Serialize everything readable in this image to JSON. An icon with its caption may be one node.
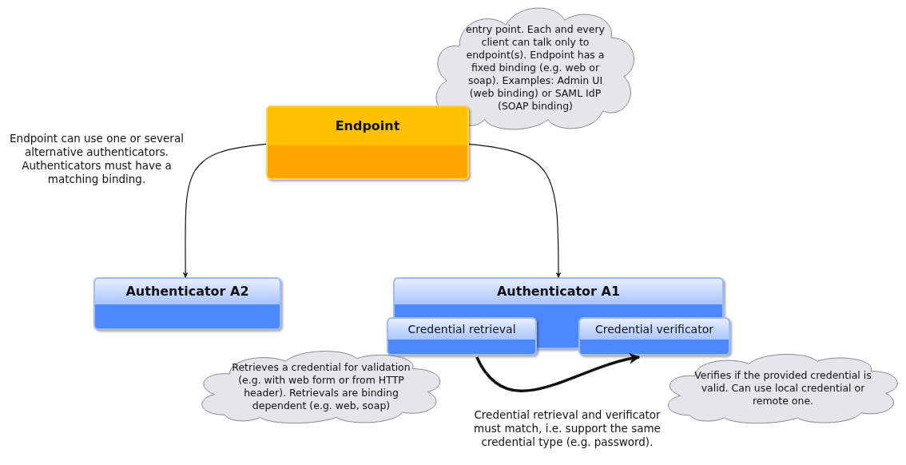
{
  "diagram": {
    "nodes": [
      {
        "text": [
          "entry point. Each and every client can talk only to endpoint(s). Endpoint has a fixed binding (e.g. web or soap). Examples: Admin UI (web binding) or SAML IdP (SOAP binding)"
        ]
      },
      {
        "text": [
          "Endpoint"
        ]
      },
      {
        "text": [
          "Authenticator A2"
        ]
      },
      {
        "text": [
          "Authenticator A1"
        ]
      },
      {
        "text": [
          "Credential retrieval"
        ]
      },
      {
        "text": [
          "Credential verificator"
        ]
      },
      {
        "text": [
          "Retrieves a credential for validation (e.g. with web form or from HTTP header). Retrievals are binding dependent (e.g. web, soap)"
        ]
      },
      {
        "text": [
          "Verifies if the provided credential is valid. Can use local credential or remote one."
        ]
      }
    ],
    "edges": [
      {
        "from": 1,
        "to": 2,
        "arrow": "to"
      },
      {
        "from": 1,
        "to": 3,
        "arrow": "to"
      },
      {
        "from": 4,
        "to": 5,
        "arrow": "to",
        "style": "thick"
      }
    ],
    "labels": [
      "Endpoint can use one or several alternative authenticators. Authenticators must have a matching binding.",
      "Credential retrieval and verificator must match, i.e. support the same credential type (e.g. password)."
    ]
  }
}
